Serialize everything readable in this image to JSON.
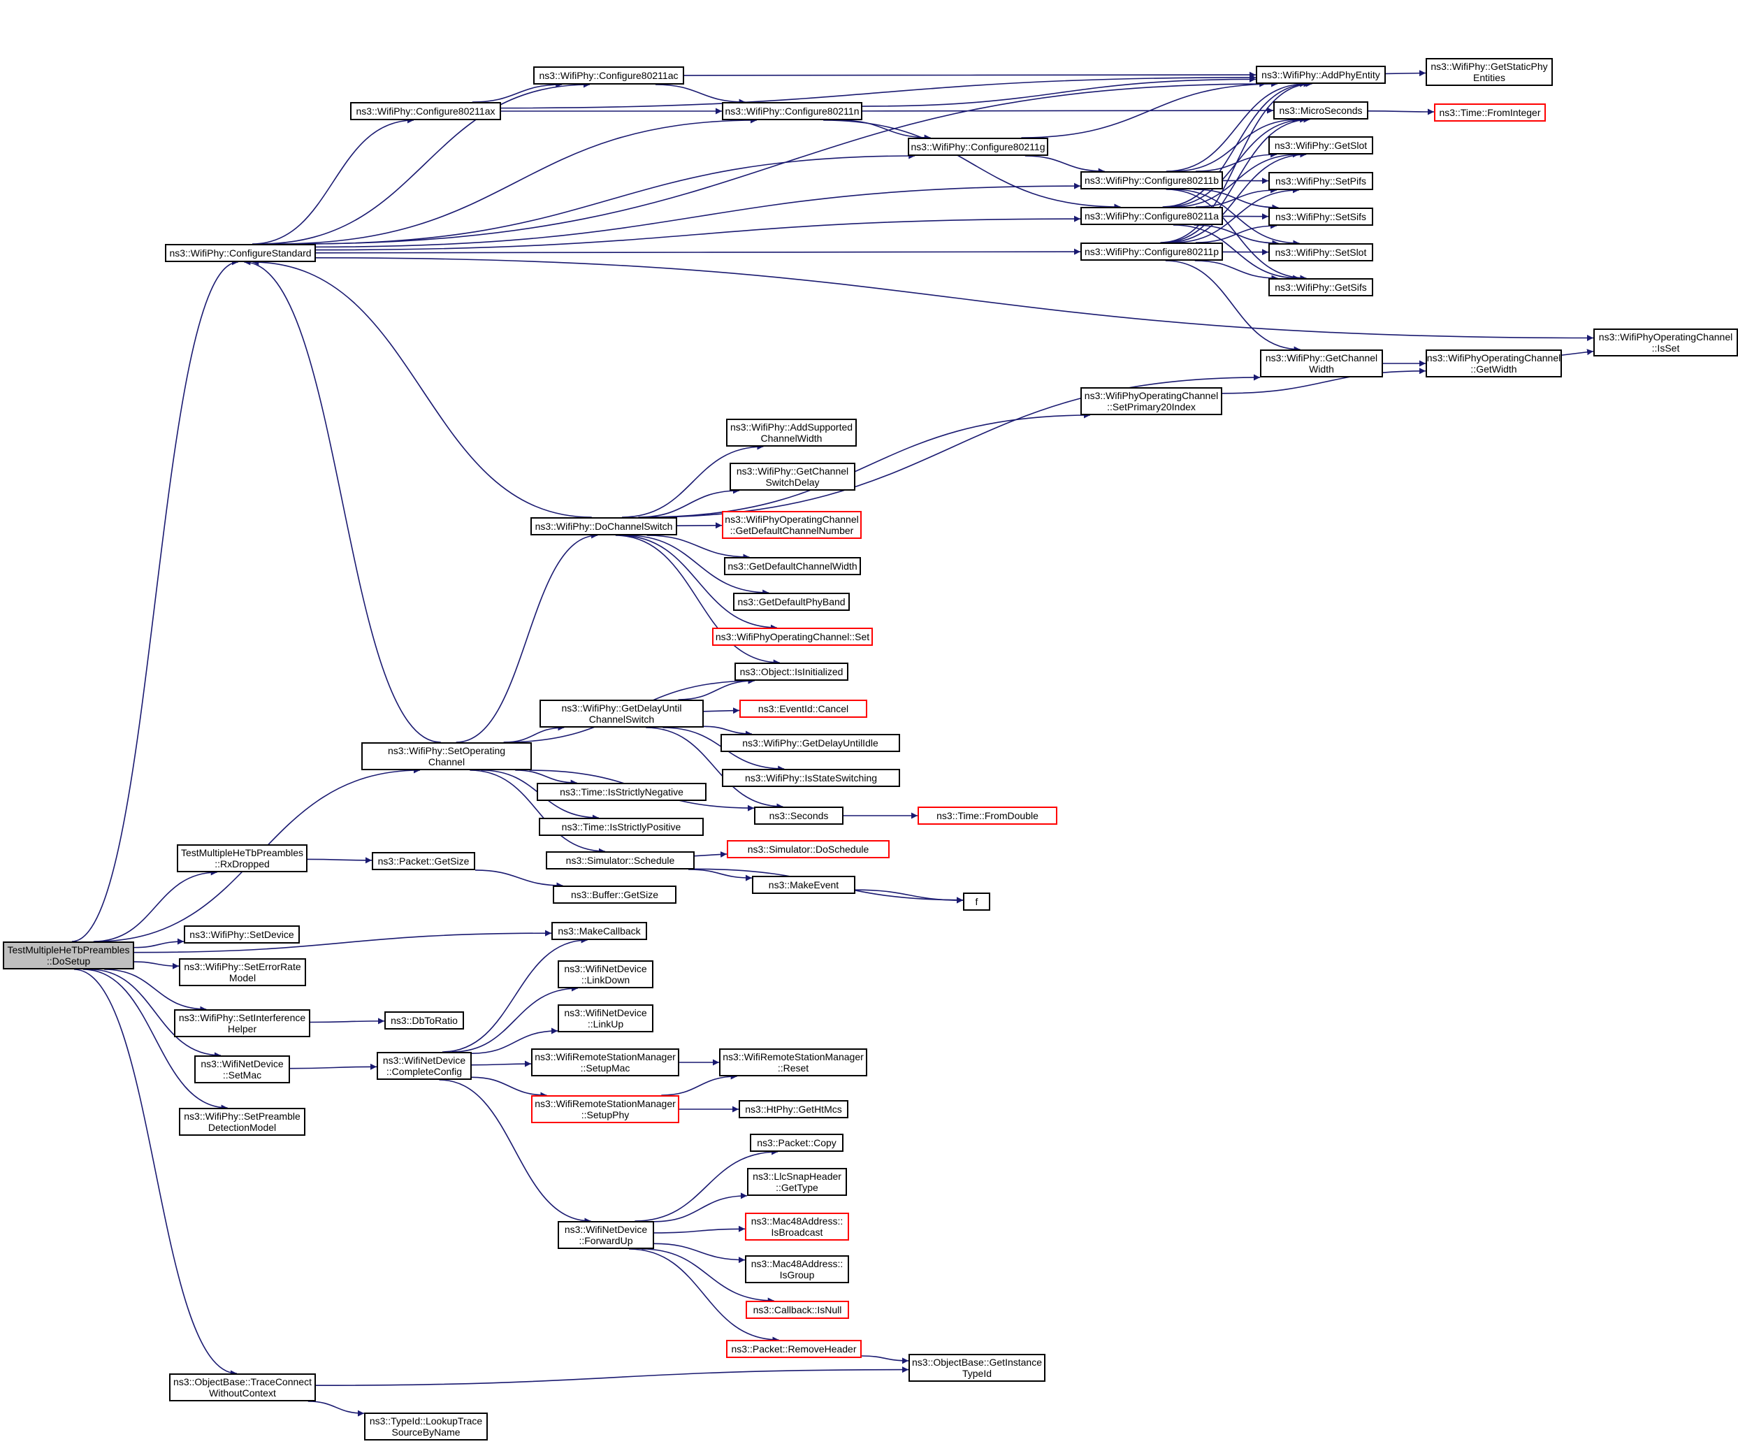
{
  "colors": {
    "edge": "#191970",
    "node_border": "#000000",
    "node_truncated_border": "#ff0000",
    "root_fill": "#bfbfbf"
  },
  "nodes": [
    {
      "id": "dosetup",
      "label": "TestMultipleHeTbPreambles\n::DoSetup",
      "kind": "root"
    },
    {
      "id": "configstd",
      "label": "ns3::WifiPhy::ConfigureStandard",
      "kind": "normal"
    },
    {
      "id": "c80211ax",
      "label": "ns3::WifiPhy::Configure80211ax",
      "kind": "normal"
    },
    {
      "id": "c80211ac",
      "label": "ns3::WifiPhy::Configure80211ac",
      "kind": "normal"
    },
    {
      "id": "c80211n",
      "label": "ns3::WifiPhy::Configure80211n",
      "kind": "normal"
    },
    {
      "id": "c80211g",
      "label": "ns3::WifiPhy::Configure80211g",
      "kind": "normal"
    },
    {
      "id": "c80211b",
      "label": "ns3::WifiPhy::Configure80211b",
      "kind": "normal"
    },
    {
      "id": "c80211a",
      "label": "ns3::WifiPhy::Configure80211a",
      "kind": "normal"
    },
    {
      "id": "c80211p",
      "label": "ns3::WifiPhy::Configure80211p",
      "kind": "normal"
    },
    {
      "id": "addphy",
      "label": "ns3::WifiPhy::AddPhyEntity",
      "kind": "normal"
    },
    {
      "id": "staticphy",
      "label": "ns3::WifiPhy::GetStaticPhy\nEntities",
      "kind": "normal"
    },
    {
      "id": "micro",
      "label": "ns3::MicroSeconds",
      "kind": "normal"
    },
    {
      "id": "fromint",
      "label": "ns3::Time::FromInteger",
      "kind": "red"
    },
    {
      "id": "getslot",
      "label": "ns3::WifiPhy::GetSlot",
      "kind": "normal"
    },
    {
      "id": "setpifs",
      "label": "ns3::WifiPhy::SetPifs",
      "kind": "normal"
    },
    {
      "id": "setsifs",
      "label": "ns3::WifiPhy::SetSifs",
      "kind": "normal"
    },
    {
      "id": "setslot",
      "label": "ns3::WifiPhy::SetSlot",
      "kind": "normal"
    },
    {
      "id": "getsifs",
      "label": "ns3::WifiPhy::GetSifs",
      "kind": "normal"
    },
    {
      "id": "isset",
      "label": "ns3::WifiPhyOperatingChannel\n::IsSet",
      "kind": "normal"
    },
    {
      "id": "getchw",
      "label": "ns3::WifiPhy::GetChannel\nWidth",
      "kind": "normal"
    },
    {
      "id": "getwidth",
      "label": "ns3::WifiPhyOperatingChannel\n::GetWidth",
      "kind": "normal"
    },
    {
      "id": "setprim",
      "label": "ns3::WifiPhyOperatingChannel\n::SetPrimary20Index",
      "kind": "normal"
    },
    {
      "id": "addsup",
      "label": "ns3::WifiPhy::AddSupported\nChannelWidth",
      "kind": "normal"
    },
    {
      "id": "getswd",
      "label": "ns3::WifiPhy::GetChannel\nSwitchDelay",
      "kind": "normal"
    },
    {
      "id": "dochsw",
      "label": "ns3::WifiPhy::DoChannelSwitch",
      "kind": "normal"
    },
    {
      "id": "getdefnum",
      "label": "ns3::WifiPhyOperatingChannel\n::GetDefaultChannelNumber",
      "kind": "red"
    },
    {
      "id": "getdefwidth",
      "label": "ns3::GetDefaultChannelWidth",
      "kind": "normal"
    },
    {
      "id": "getdefband",
      "label": "ns3::GetDefaultPhyBand",
      "kind": "normal"
    },
    {
      "id": "opset",
      "label": "ns3::WifiPhyOperatingChannel::Set",
      "kind": "red"
    },
    {
      "id": "isinit",
      "label": "ns3::Object::IsInitialized",
      "kind": "normal"
    },
    {
      "id": "getdelaysw",
      "label": "ns3::WifiPhy::GetDelayUntil\nChannelSwitch",
      "kind": "normal"
    },
    {
      "id": "cancel",
      "label": "ns3::EventId::Cancel",
      "kind": "red"
    },
    {
      "id": "delayidle",
      "label": "ns3::WifiPhy::GetDelayUntilIdle",
      "kind": "normal"
    },
    {
      "id": "isswitching",
      "label": "ns3::WifiPhy::IsStateSwitching",
      "kind": "normal"
    },
    {
      "id": "setopch",
      "label": "ns3::WifiPhy::SetOperating\nChannel",
      "kind": "normal"
    },
    {
      "id": "isneg",
      "label": "ns3::Time::IsStrictlyNegative",
      "kind": "normal"
    },
    {
      "id": "ispos",
      "label": "ns3::Time::IsStrictlyPositive",
      "kind": "normal"
    },
    {
      "id": "seconds",
      "label": "ns3::Seconds",
      "kind": "normal"
    },
    {
      "id": "fromdouble",
      "label": "ns3::Time::FromDouble",
      "kind": "red"
    },
    {
      "id": "schedule",
      "label": "ns3::Simulator::Schedule",
      "kind": "normal"
    },
    {
      "id": "doschedule",
      "label": "ns3::Simulator::DoSchedule",
      "kind": "red"
    },
    {
      "id": "makeevent",
      "label": "ns3::MakeEvent",
      "kind": "normal"
    },
    {
      "id": "f",
      "label": "f",
      "kind": "normal"
    },
    {
      "id": "rxdropped",
      "label": "TestMultipleHeTbPreambles\n::RxDropped",
      "kind": "normal"
    },
    {
      "id": "pktsize",
      "label": "ns3::Packet::GetSize",
      "kind": "normal"
    },
    {
      "id": "bufsize",
      "label": "ns3::Buffer::GetSize",
      "kind": "normal"
    },
    {
      "id": "makecb",
      "label": "ns3::MakeCallback",
      "kind": "normal"
    },
    {
      "id": "setdevice",
      "label": "ns3::WifiPhy::SetDevice",
      "kind": "normal"
    },
    {
      "id": "seterr",
      "label": "ns3::WifiPhy::SetErrorRate\nModel",
      "kind": "normal"
    },
    {
      "id": "setinterf",
      "label": "ns3::WifiPhy::SetInterference\nHelper",
      "kind": "normal"
    },
    {
      "id": "dbtoratio",
      "label": "ns3::DbToRatio",
      "kind": "normal"
    },
    {
      "id": "setmac",
      "label": "ns3::WifiNetDevice\n::SetMac",
      "kind": "normal"
    },
    {
      "id": "setpreamble",
      "label": "ns3::WifiPhy::SetPreamble\nDetectionModel",
      "kind": "normal"
    },
    {
      "id": "complete",
      "label": "ns3::WifiNetDevice\n::CompleteConfig",
      "kind": "normal"
    },
    {
      "id": "linkdown",
      "label": "ns3::WifiNetDevice\n::LinkDown",
      "kind": "normal"
    },
    {
      "id": "linkup",
      "label": "ns3::WifiNetDevice\n::LinkUp",
      "kind": "normal"
    },
    {
      "id": "setupmac",
      "label": "ns3::WifiRemoteStationManager\n::SetupMac",
      "kind": "normal"
    },
    {
      "id": "reset",
      "label": "ns3::WifiRemoteStationManager\n::Reset",
      "kind": "normal"
    },
    {
      "id": "setupphy",
      "label": "ns3::WifiRemoteStationManager\n::SetupPhy",
      "kind": "red"
    },
    {
      "id": "gethtmcs",
      "label": "ns3::HtPhy::GetHtMcs",
      "kind": "normal"
    },
    {
      "id": "forwardup",
      "label": "ns3::WifiNetDevice\n::ForwardUp",
      "kind": "normal"
    },
    {
      "id": "pktcopy",
      "label": "ns3::Packet::Copy",
      "kind": "normal"
    },
    {
      "id": "llcgettype",
      "label": "ns3::LlcSnapHeader\n::GetType",
      "kind": "normal"
    },
    {
      "id": "isbcast",
      "label": "ns3::Mac48Address::\nIsBroadcast",
      "kind": "red"
    },
    {
      "id": "isgroup",
      "label": "ns3::Mac48Address::\nIsGroup",
      "kind": "normal"
    },
    {
      "id": "isnull",
      "label": "ns3::Callback::IsNull",
      "kind": "red"
    },
    {
      "id": "removehdr",
      "label": "ns3::Packet::RemoveHeader",
      "kind": "red"
    },
    {
      "id": "getinst",
      "label": "ns3::ObjectBase::GetInstance\nTypeId",
      "kind": "normal"
    },
    {
      "id": "traceconn",
      "label": "ns3::ObjectBase::TraceConnect\nWithoutContext",
      "kind": "normal"
    },
    {
      "id": "lookup",
      "label": "ns3::TypeId::LookupTrace\nSourceByName",
      "kind": "normal"
    }
  ],
  "edges": [
    [
      "dosetup",
      "configstd"
    ],
    [
      "dosetup",
      "setopch"
    ],
    [
      "dosetup",
      "rxdropped"
    ],
    [
      "dosetup",
      "makecb"
    ],
    [
      "dosetup",
      "setdevice"
    ],
    [
      "dosetup",
      "seterr"
    ],
    [
      "dosetup",
      "setinterf"
    ],
    [
      "dosetup",
      "setmac"
    ],
    [
      "dosetup",
      "setpreamble"
    ],
    [
      "dosetup",
      "traceconn"
    ],
    [
      "configstd",
      "c80211ax"
    ],
    [
      "configstd",
      "c80211ac"
    ],
    [
      "configstd",
      "c80211n"
    ],
    [
      "configstd",
      "c80211g"
    ],
    [
      "configstd",
      "c80211b"
    ],
    [
      "configstd",
      "c80211a"
    ],
    [
      "configstd",
      "c80211p"
    ],
    [
      "configstd",
      "addphy"
    ],
    [
      "configstd",
      "isset"
    ],
    [
      "c80211ax",
      "c80211ac"
    ],
    [
      "c80211ax",
      "c80211n"
    ],
    [
      "c80211ax",
      "addphy"
    ],
    [
      "c80211ac",
      "c80211n"
    ],
    [
      "c80211ac",
      "addphy"
    ],
    [
      "c80211n",
      "c80211g"
    ],
    [
      "c80211n",
      "addphy"
    ],
    [
      "c80211n",
      "micro"
    ],
    [
      "c80211n",
      "c80211a"
    ],
    [
      "c80211g",
      "c80211b"
    ],
    [
      "c80211g",
      "addphy"
    ],
    [
      "c80211b",
      "addphy"
    ],
    [
      "c80211b",
      "micro"
    ],
    [
      "c80211b",
      "getslot"
    ],
    [
      "c80211b",
      "setpifs"
    ],
    [
      "c80211b",
      "setsifs"
    ],
    [
      "c80211b",
      "setslot"
    ],
    [
      "c80211b",
      "getsifs"
    ],
    [
      "c80211a",
      "addphy"
    ],
    [
      "c80211a",
      "micro"
    ],
    [
      "c80211a",
      "getslot"
    ],
    [
      "c80211a",
      "setpifs"
    ],
    [
      "c80211a",
      "setsifs"
    ],
    [
      "c80211a",
      "setslot"
    ],
    [
      "c80211a",
      "getsifs"
    ],
    [
      "c80211p",
      "addphy"
    ],
    [
      "c80211p",
      "micro"
    ],
    [
      "c80211p",
      "getslot"
    ],
    [
      "c80211p",
      "setpifs"
    ],
    [
      "c80211p",
      "setsifs"
    ],
    [
      "c80211p",
      "setslot"
    ],
    [
      "c80211p",
      "getsifs"
    ],
    [
      "c80211p",
      "getchw"
    ],
    [
      "addphy",
      "staticphy"
    ],
    [
      "micro",
      "fromint"
    ],
    [
      "getchw",
      "getwidth"
    ],
    [
      "getwidth",
      "isset"
    ],
    [
      "setprim",
      "getwidth"
    ],
    [
      "setopch",
      "configstd"
    ],
    [
      "setopch",
      "dochsw"
    ],
    [
      "setopch",
      "isinit"
    ],
    [
      "setopch",
      "getdelaysw"
    ],
    [
      "setopch",
      "isneg"
    ],
    [
      "setopch",
      "ispos"
    ],
    [
      "setopch",
      "seconds"
    ],
    [
      "setopch",
      "schedule"
    ],
    [
      "dochsw",
      "configstd"
    ],
    [
      "dochsw",
      "getchw"
    ],
    [
      "dochsw",
      "setprim"
    ],
    [
      "dochsw",
      "addsup"
    ],
    [
      "dochsw",
      "getswd"
    ],
    [
      "dochsw",
      "getdefnum"
    ],
    [
      "dochsw",
      "getdefwidth"
    ],
    [
      "dochsw",
      "getdefband"
    ],
    [
      "dochsw",
      "opset"
    ],
    [
      "dochsw",
      "isinit"
    ],
    [
      "getdelaysw",
      "isinit"
    ],
    [
      "getdelaysw",
      "cancel"
    ],
    [
      "getdelaysw",
      "delayidle"
    ],
    [
      "getdelaysw",
      "isswitching"
    ],
    [
      "getdelaysw",
      "seconds"
    ],
    [
      "seconds",
      "fromdouble"
    ],
    [
      "schedule",
      "doschedule"
    ],
    [
      "schedule",
      "makeevent"
    ],
    [
      "schedule",
      "f"
    ],
    [
      "makeevent",
      "f"
    ],
    [
      "rxdropped",
      "pktsize"
    ],
    [
      "pktsize",
      "bufsize"
    ],
    [
      "setinterf",
      "dbtoratio"
    ],
    [
      "setmac",
      "complete"
    ],
    [
      "complete",
      "makecb"
    ],
    [
      "complete",
      "linkdown"
    ],
    [
      "complete",
      "linkup"
    ],
    [
      "complete",
      "setupmac"
    ],
    [
      "complete",
      "setupphy"
    ],
    [
      "complete",
      "forwardup"
    ],
    [
      "setupmac",
      "reset"
    ],
    [
      "setupphy",
      "reset"
    ],
    [
      "setupphy",
      "gethtmcs"
    ],
    [
      "forwardup",
      "pktcopy"
    ],
    [
      "forwardup",
      "llcgettype"
    ],
    [
      "forwardup",
      "isbcast"
    ],
    [
      "forwardup",
      "isgroup"
    ],
    [
      "forwardup",
      "isnull"
    ],
    [
      "forwardup",
      "removehdr"
    ],
    [
      "removehdr",
      "getinst"
    ],
    [
      "traceconn",
      "getinst"
    ],
    [
      "traceconn",
      "lookup"
    ]
  ]
}
